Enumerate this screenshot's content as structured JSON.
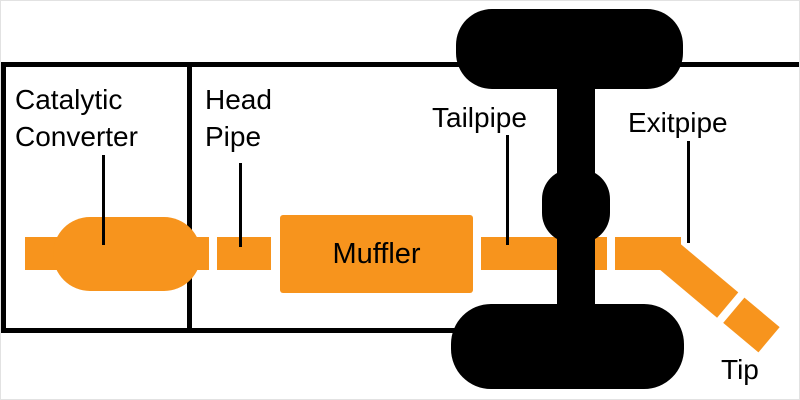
{
  "diagram": {
    "type": "exhaust-system-diagram",
    "colors": {
      "pipe": "#F7941D",
      "chassis": "#000000",
      "line": "#000000",
      "background": "#FFFFFF"
    },
    "labels": {
      "catalytic_converter": "Catalytic\nConverter",
      "head_pipe": "Head\nPipe",
      "muffler": "Muffler",
      "tailpipe": "Tailpipe",
      "exitpipe": "Exitpipe",
      "tip": "Tip"
    }
  }
}
